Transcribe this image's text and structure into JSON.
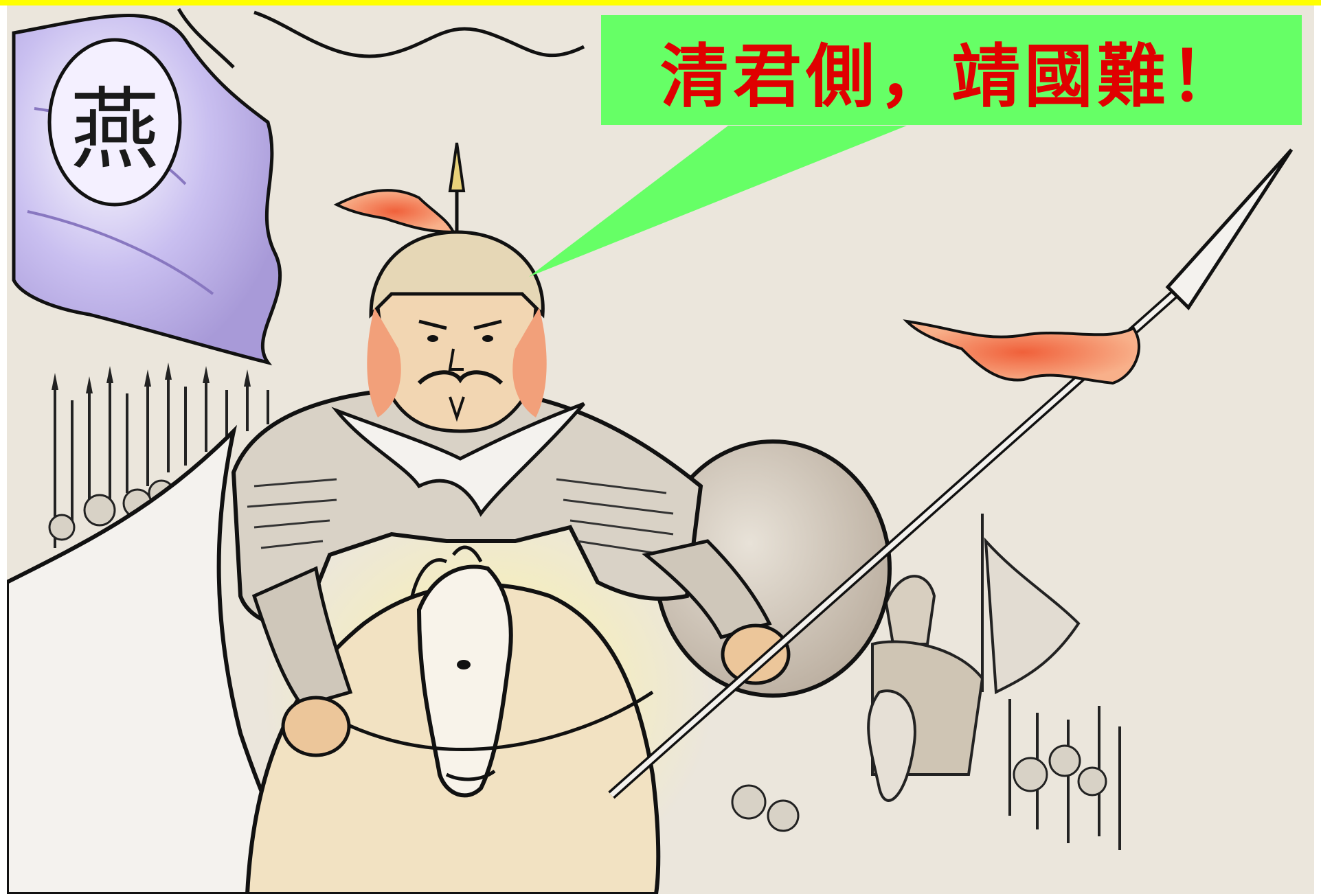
{
  "speech_bubble": {
    "text": "清君側，靖國難！",
    "fill_color": "#66ff66",
    "text_color": "#e00000"
  },
  "banner": {
    "character": "燕",
    "color": "#b9aee6"
  },
  "frame": {
    "top_bar_color": "#ffff00",
    "background_color": "#ebe6dc"
  },
  "icons": [
    "banner-flag",
    "general-figure",
    "horse",
    "spear",
    "shield",
    "soldier-crowd"
  ]
}
